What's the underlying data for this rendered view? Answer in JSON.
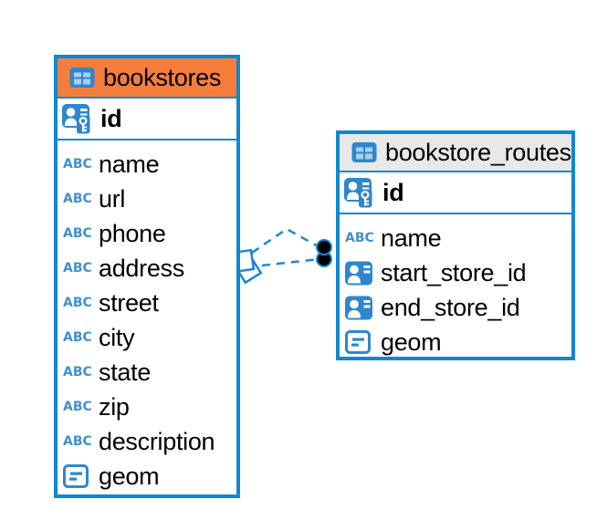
{
  "diagram": {
    "canvas_background": "#FFFFFF",
    "accent_color": "#1087D1",
    "type_icon_label": "ABC",
    "tables": [
      {
        "name": "bookstores",
        "icon": "table-icon",
        "header_background": "#F67E3D",
        "primary_key": {
          "name": "id",
          "icon": "primary-key-icon"
        },
        "columns": [
          {
            "name": "name",
            "icon": "text-type-icon"
          },
          {
            "name": "url",
            "icon": "text-type-icon"
          },
          {
            "name": "phone",
            "icon": "text-type-icon"
          },
          {
            "name": "address",
            "icon": "text-type-icon"
          },
          {
            "name": "street",
            "icon": "text-type-icon"
          },
          {
            "name": "city",
            "icon": "text-type-icon"
          },
          {
            "name": "state",
            "icon": "text-type-icon"
          },
          {
            "name": "zip",
            "icon": "text-type-icon"
          },
          {
            "name": "description",
            "icon": "text-type-icon"
          },
          {
            "name": "geom",
            "icon": "geometry-type-icon"
          }
        ]
      },
      {
        "name": "bookstore_routes",
        "icon": "table-icon",
        "header_background": "#E8E8E8",
        "primary_key": {
          "name": "id",
          "icon": "primary-key-icon"
        },
        "columns": [
          {
            "name": "name",
            "icon": "text-type-icon"
          },
          {
            "name": "start_store_id",
            "icon": "foreign-key-type-icon"
          },
          {
            "name": "end_store_id",
            "icon": "foreign-key-type-icon"
          },
          {
            "name": "geom",
            "icon": "geometry-type-icon"
          }
        ]
      }
    ],
    "relationship": {
      "from_table": "bookstore_routes",
      "to_table": "bookstores",
      "line_style": "dashed",
      "line_color": "#1C87CF",
      "parent_end_marker": "diamond",
      "child_end_marker": "black-dot",
      "link_count": 2
    }
  }
}
